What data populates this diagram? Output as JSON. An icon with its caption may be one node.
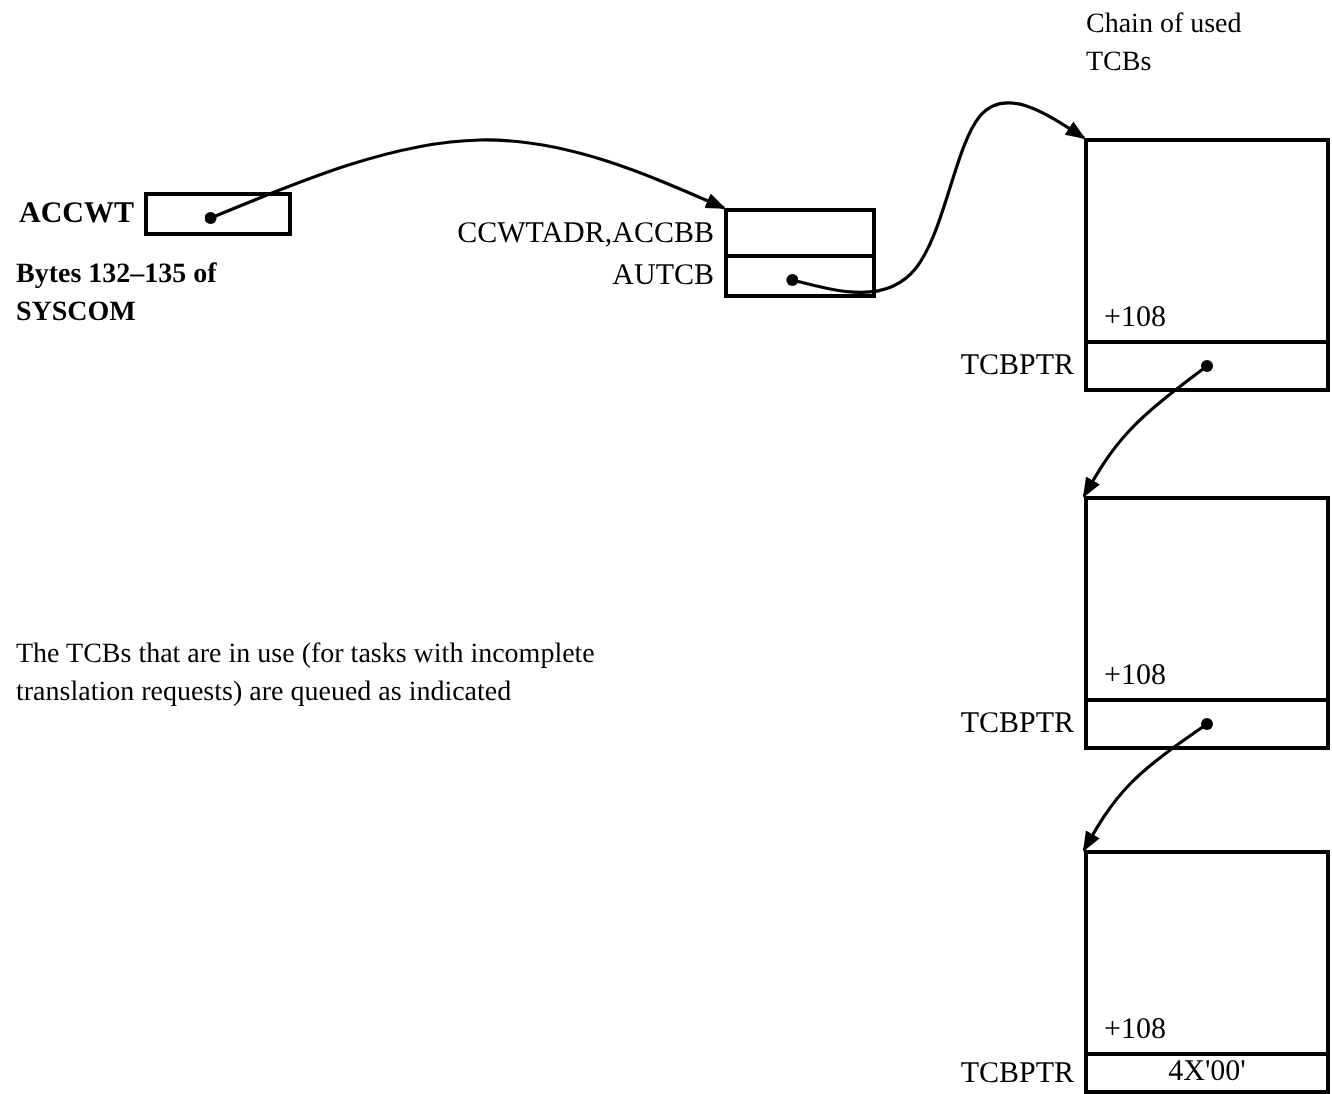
{
  "diagram": {
    "nodes": [
      {
        "text": [
          "ACCWT"
        ],
        "beside": [
          "Bytes 132–135 of SYSCOM"
        ]
      },
      {
        "text": [
          "CCWTADR,ACCBB"
        ]
      },
      {
        "text": [
          "AUTCB"
        ]
      },
      {
        "text": [
          "+108"
        ]
      },
      {
        "text": [
          "TCBPTR"
        ]
      },
      {
        "text": [
          "+108"
        ]
      },
      {
        "text": [
          "TCBPTR"
        ]
      },
      {
        "text": [
          "+108"
        ]
      },
      {
        "text": [
          "TCBPTR",
          "4X'00'"
        ]
      }
    ],
    "edges": [
      {
        "from": 0,
        "to": 1,
        "arrow": "to"
      },
      {
        "from": 2,
        "to": 3,
        "arrow": "to"
      },
      {
        "from": 4,
        "to": 5,
        "arrow": "to"
      },
      {
        "from": 6,
        "to": 7,
        "arrow": "to"
      }
    ],
    "labels": [
      "Chain of used TCBs",
      "The TCBs that are in use (for tasks with incomplete translation requests) are queued as indicated"
    ]
  }
}
